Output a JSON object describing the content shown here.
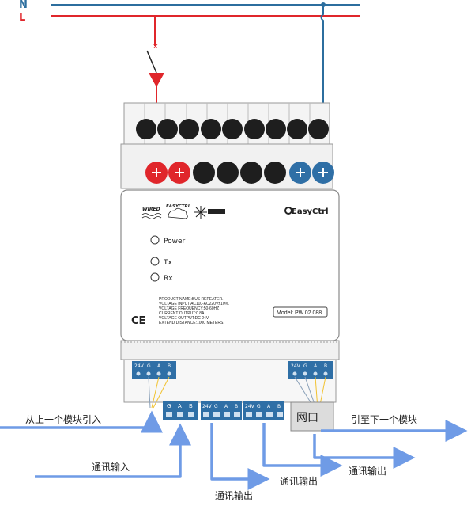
{
  "lines": {
    "neutral_label": "N",
    "live_label": "L"
  },
  "device": {
    "brand_wired": "WIRED",
    "brand_easyctrl_small": "EASYCTRL",
    "brand_logo_text": "EasyCtrl",
    "power_label": "Power",
    "tx_label": "Tx",
    "rx_label": "Rx",
    "ce_mark": "CE",
    "spec_lines": [
      "PRODUCT NAME:BUS REPEATER.",
      "VOLTAGE INPUT:AC110-AC220V±10%.",
      "VOLTAGE FREQUENCY:50-60HZ",
      "CURRENT OUTPUT:0.8A.",
      "VOLTAGE OUTPUT:DC 24V.",
      "EXTEND DISTANCE:1000 METERS."
    ],
    "model": "Model: PW.02.088",
    "top_left_terminal": [
      "24V",
      "G",
      "A",
      "B"
    ],
    "top_right_terminal": [
      "24V",
      "G",
      "A",
      "B"
    ],
    "bottom_terminal_1": [
      "G",
      "A",
      "B"
    ],
    "bottom_terminal_2": [
      "24V",
      "G",
      "A",
      "B"
    ],
    "bottom_terminal_3": [
      "24V",
      "G",
      "A",
      "B"
    ],
    "network_port": "网口"
  },
  "annotations": {
    "from_prev_module": "从上一个模块引入",
    "comm_input": "通讯输入",
    "comm_output_bottom": "通讯输出",
    "comm_output_middle": "通讯输出",
    "comm_output_right": "通讯输出",
    "to_next_module": "引至下一个模块"
  },
  "colors": {
    "neutral_line": "#2c6e9e",
    "live_line": "#e0262b",
    "terminal_blue": "#2f6fa6",
    "arrow_blue": "#6f9be6",
    "wire_yellow": "#f2c230",
    "wire_gray": "#8aa0b8"
  }
}
